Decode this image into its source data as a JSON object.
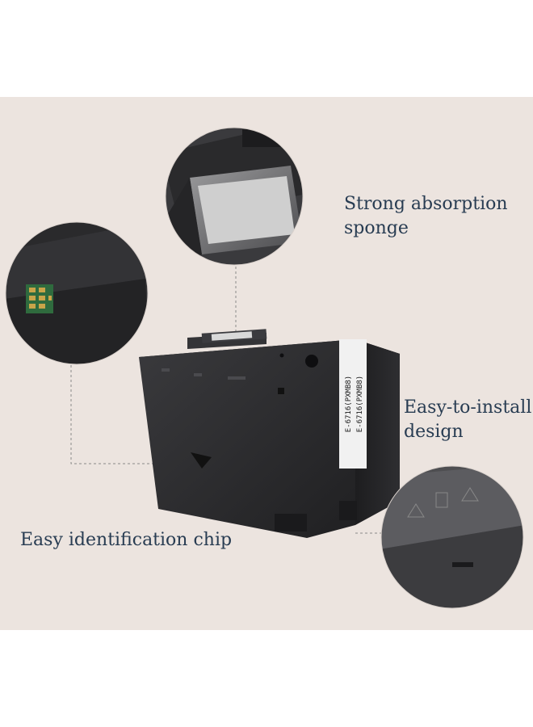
{
  "captions": {
    "sponge": [
      "Strong absorption",
      "sponge"
    ],
    "install": [
      "Easy-to-install",
      "design"
    ],
    "chip": "Easy identification chip"
  },
  "labels": {
    "box_label_line1": "E-6716(PXMB8)",
    "box_label_line2": "E-6716(PXMB8)"
  },
  "colors": {
    "background": "#ece4df",
    "caption_text": "#283c52",
    "box_body": "#2b2b2d",
    "chip_gold": "#c9a449",
    "chip_green": "#2f6b3e"
  },
  "icons": {
    "callout_lines": "dashed-leader-lines"
  }
}
